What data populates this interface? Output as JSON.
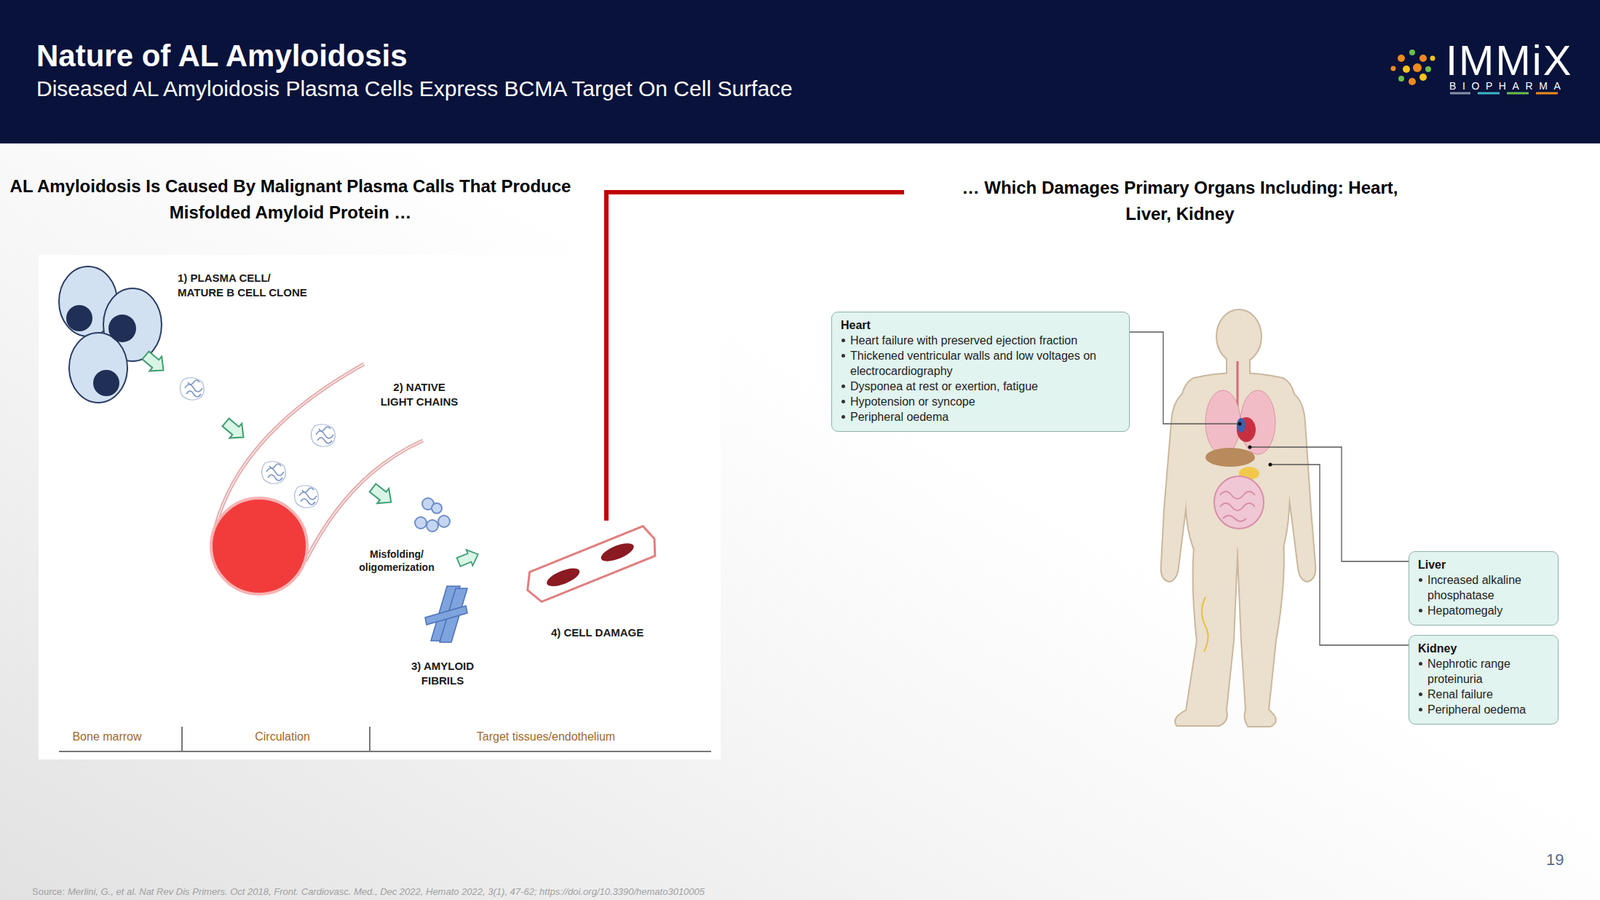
{
  "diagram": {
    "title": "Nature of AL Amyloidosis",
    "nodes": [
      {
        "text": [
          "Heart",
          "Heart failure with preserved ejection fraction",
          "Thickened ventricular walls and low voltages on electrocardiography",
          "Dysponea at rest or exertion, fatigue",
          "Hypotension or syncope",
          "Peripheral oedema"
        ]
      },
      {
        "text": [
          "Liver",
          "Increased alkaline phosphatase",
          "Hepatomegaly"
        ]
      },
      {
        "text": [
          "Kidney",
          "Nephrotic range proteinuria",
          "Renal failure",
          "Peripheral oedema"
        ]
      }
    ],
    "labels": [
      "Diseased AL Amyloidosis Plasma Cells Express BCMA Target On Cell Surface",
      "IMMiX",
      "BIOPHARMA",
      "AL Amyloidosis Is Caused By Malignant Plasma Calls That Produce Misfolded Amyloid Protein …",
      "… Which Damages Primary Organs Including: Heart, Liver, Kidney",
      "1) PLASMA CELL/ MATURE B CELL CLONE",
      "2) NATIVE LIGHT CHAINS",
      "Misfolding/ oligomerization",
      "3) AMYLOID FIBRILS",
      "4) CELL DAMAGE",
      "Bone marrow",
      "Circulation",
      "Target tissues/endothelium",
      "19",
      "Source:",
      "Merlini, G., et al. Nat Rev Dis Primers. Oct 2018, Front. Cardiovasc. Med., Dec 2022, Hemato 2022, 3(1), 47-62; https://doi.org/10.3390/hemato3010005"
    ]
  }
}
